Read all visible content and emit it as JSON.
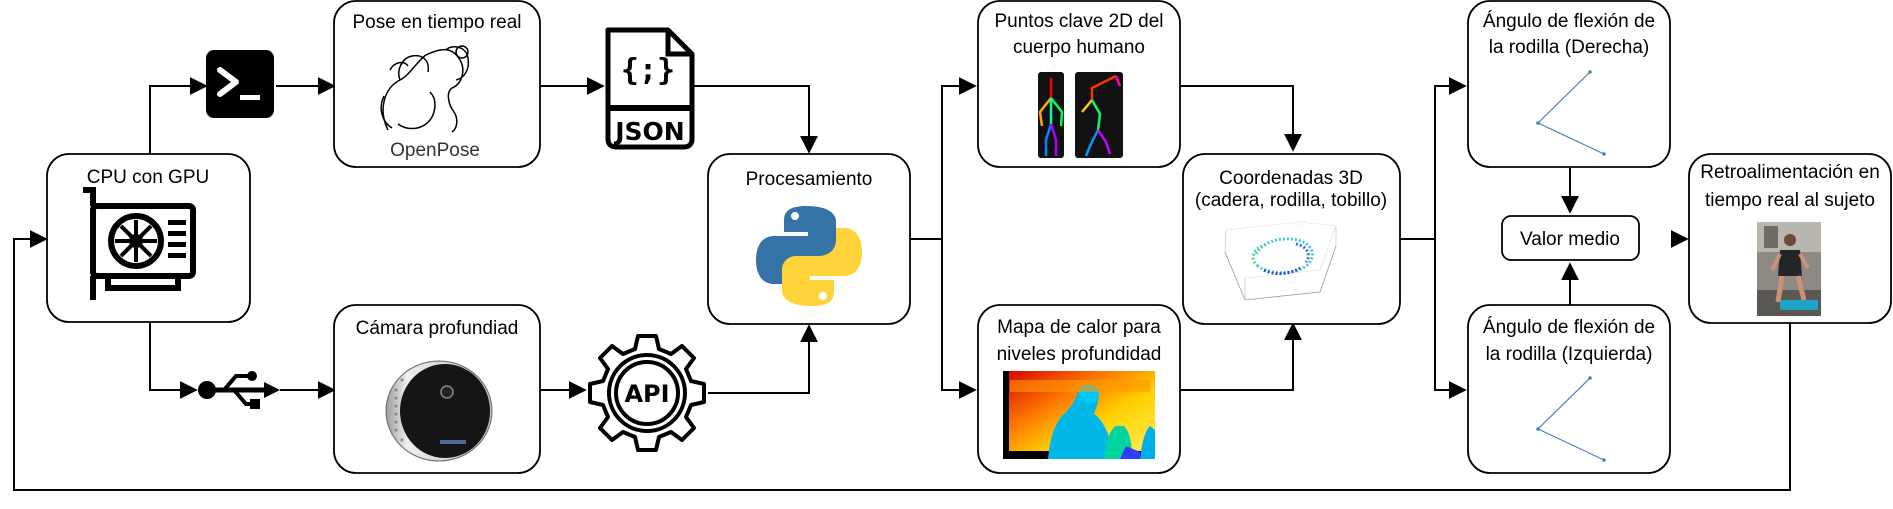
{
  "nodes": {
    "cpu": {
      "label": "CPU con GPU"
    },
    "pose": {
      "label": "Pose en tiempo real",
      "caption": "OpenPose"
    },
    "json_file": {
      "label": "JSON"
    },
    "camera": {
      "label": "Cámara profundiad"
    },
    "api": {
      "label": "API"
    },
    "processing": {
      "label": "Procesamiento"
    },
    "keypoints": {
      "line1": "Puntos clave 2D del",
      "line2": "cuerpo humano"
    },
    "heatmap": {
      "line1": "Mapa de calor para",
      "line2": "niveles profundidad"
    },
    "coords": {
      "line1": "Coordenadas 3D",
      "line2": "(cadera, rodilla, tobillo)"
    },
    "angle_right": {
      "line1": "Ángulo de flexión de",
      "line2": "la rodilla (Derecha)"
    },
    "angle_left": {
      "line1": "Ángulo de flexión de",
      "line2": "la rodilla (Izquierda)"
    },
    "mean": {
      "label": "Valor medio"
    },
    "feedback": {
      "line1": "Retroalimentación en",
      "line2": "tiempo real al sujeto"
    }
  },
  "icons": [
    "terminal-icon",
    "gpu-card-icon",
    "usb-icon",
    "openpose-figure-icon",
    "json-file-icon",
    "depth-camera-icon",
    "api-gear-icon",
    "python-logo-icon",
    "skeleton-keypoints-icon",
    "depth-heatmap-image",
    "3d-scatter-plot-image",
    "knee-angle-plot-icon",
    "subject-photo-image"
  ],
  "colors": {
    "python_blue": "#3572a5",
    "python_yellow": "#ffd43b",
    "line_blue": "#4a7fc1",
    "stroke": "#000000"
  }
}
